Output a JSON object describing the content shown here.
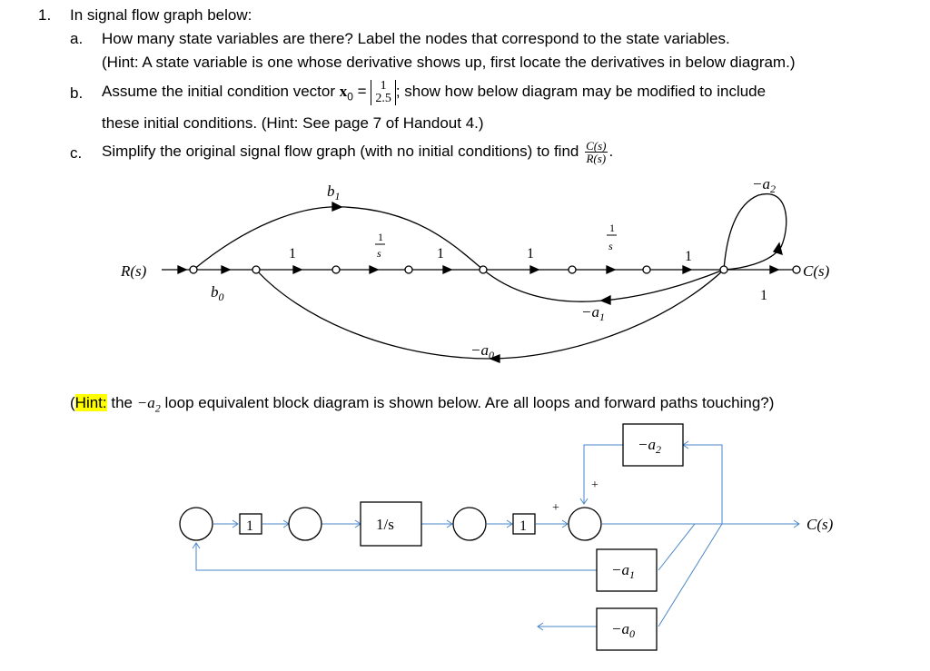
{
  "problem": {
    "number": "1.",
    "intro": "In signal flow graph below:",
    "a": {
      "label": "a.",
      "line1": "How many state variables are there? Label the nodes that correspond to the state variables.",
      "line2": "(Hint: A state variable is one whose derivative shows up, first locate the derivatives in below diagram.)"
    },
    "b": {
      "label": "b.",
      "text_before": "Assume the initial condition vector ",
      "vector_symbol": "x",
      "vector_subscript": "0",
      "equals": " = ",
      "vector_top": "1",
      "vector_bottom": "2.5",
      "text_after": "; show how below diagram may be modified to include",
      "line2": "these initial conditions. (Hint: See page 7 of Handout 4.)"
    },
    "c": {
      "label": "c.",
      "text": "Simplify the original signal flow graph (with no initial conditions) to find ",
      "frac_num": "C(s)",
      "frac_den": "R(s)",
      "end": "."
    }
  },
  "sfg": {
    "input": "R(s)",
    "output": "C(s)",
    "b1": "b",
    "b1_sub": "1",
    "b0": "b",
    "b0_sub": "0",
    "gain_1": "1",
    "integrator_num": "1",
    "integrator_den": "s",
    "neg_a2": "−a",
    "neg_a2_sub": "2",
    "neg_a1": "−a",
    "neg_a1_sub": "1",
    "neg_a0": "−a",
    "neg_a0_sub": "0"
  },
  "hint2": {
    "open": "(",
    "word": "Hint:",
    "text_a": " the ",
    "sym": "−a",
    "sym_sub": "2",
    "text_b": " loop equivalent block diagram is shown below. Are all loops and forward paths touching?)"
  },
  "block": {
    "gain": "1",
    "integrator": "1/s",
    "neg_a2": "−a",
    "neg_a2_sub": "2",
    "neg_a1": "−a",
    "neg_a1_sub": "1",
    "neg_a0": "−a",
    "neg_a0_sub": "0",
    "plus": "+",
    "output": "C(s)",
    "line_color": "#4a86c8"
  }
}
